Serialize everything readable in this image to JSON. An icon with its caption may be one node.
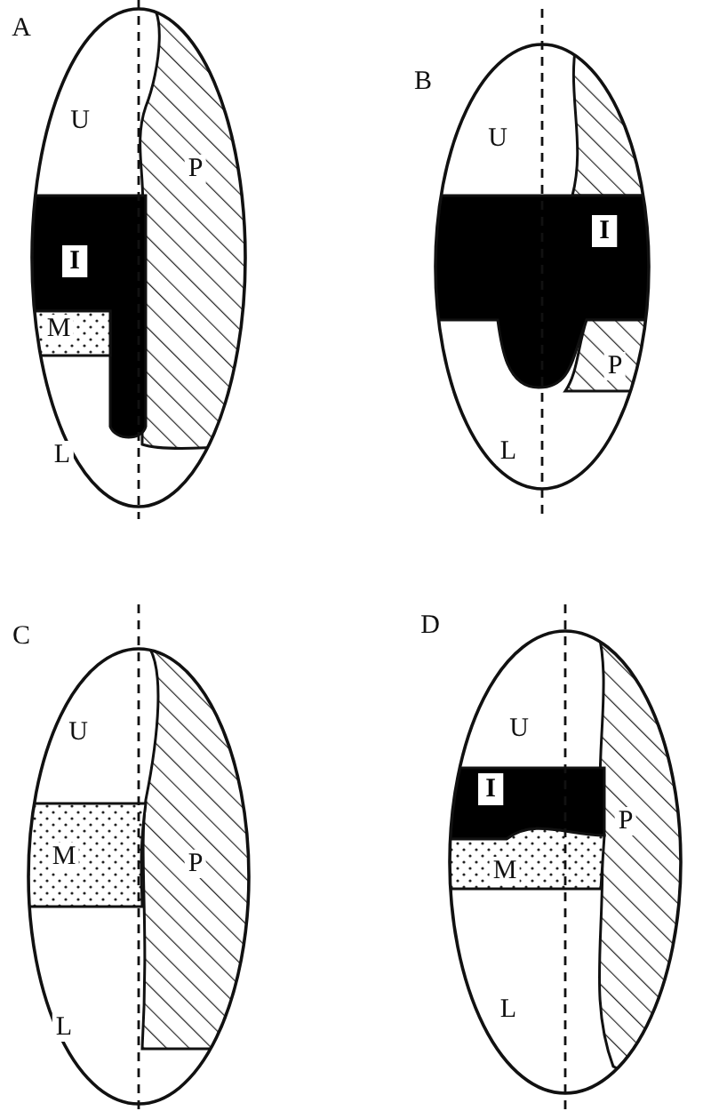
{
  "diagram": {
    "labels": [
      "A",
      "U",
      "P",
      "I",
      "M",
      "L",
      "B",
      "U",
      "I",
      "P",
      "L",
      "C",
      "U",
      "M",
      "P",
      "L",
      "D",
      "U",
      "I",
      "P",
      "M",
      "L"
    ]
  }
}
